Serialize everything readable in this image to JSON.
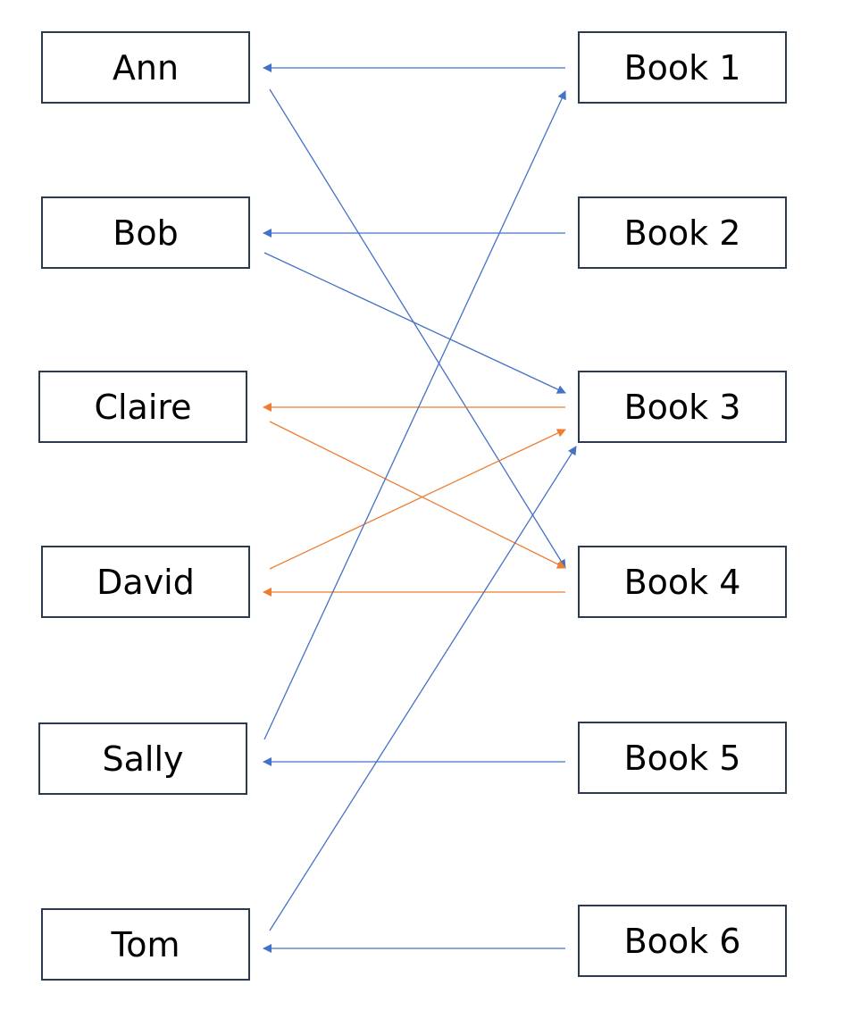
{
  "colors": {
    "blue_edge": "#4472c4",
    "orange_edge": "#ed7d31",
    "node_border": "#2b3a4f"
  },
  "people": [
    {
      "id": "ann",
      "label": "Ann"
    },
    {
      "id": "bob",
      "label": "Bob"
    },
    {
      "id": "claire",
      "label": "Claire"
    },
    {
      "id": "david",
      "label": "David"
    },
    {
      "id": "sally",
      "label": "Sally"
    },
    {
      "id": "tom",
      "label": "Tom"
    }
  ],
  "books": [
    {
      "id": "book1",
      "label": "Book 1"
    },
    {
      "id": "book2",
      "label": "Book 2"
    },
    {
      "id": "book3",
      "label": "Book 3"
    },
    {
      "id": "book4",
      "label": "Book 4"
    },
    {
      "id": "book5",
      "label": "Book 5"
    },
    {
      "id": "book6",
      "label": "Book 6"
    }
  ],
  "edges": [
    {
      "from": "book1",
      "to": "ann",
      "color": "blue"
    },
    {
      "from": "ann",
      "to": "book4",
      "color": "blue"
    },
    {
      "from": "book2",
      "to": "bob",
      "color": "blue"
    },
    {
      "from": "bob",
      "to": "book3",
      "color": "blue"
    },
    {
      "from": "book3",
      "to": "claire",
      "color": "orange"
    },
    {
      "from": "claire",
      "to": "book4",
      "color": "orange"
    },
    {
      "from": "david",
      "to": "book3",
      "color": "orange"
    },
    {
      "from": "book4",
      "to": "david",
      "color": "orange"
    },
    {
      "from": "sally",
      "to": "book1",
      "color": "blue"
    },
    {
      "from": "book5",
      "to": "sally",
      "color": "blue"
    },
    {
      "from": "tom",
      "to": "book3",
      "color": "blue"
    },
    {
      "from": "book6",
      "to": "tom",
      "color": "blue"
    }
  ]
}
